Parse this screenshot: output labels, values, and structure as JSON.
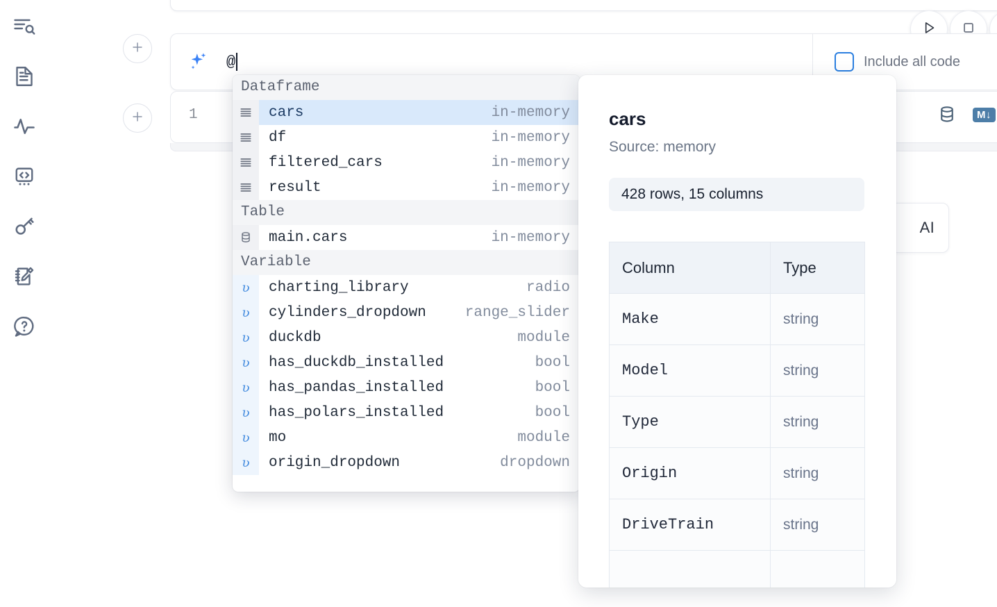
{
  "sidebar": {
    "items": [
      {
        "name": "outline-search-icon",
        "label": "Outline / search"
      },
      {
        "name": "file-icon",
        "label": "Notebook file"
      },
      {
        "name": "activity-icon",
        "label": "Activity"
      },
      {
        "name": "code-snippet-icon",
        "label": "Snippets"
      },
      {
        "name": "key-icon",
        "label": "Secrets"
      },
      {
        "name": "scratchpad-icon",
        "label": "Scratchpad"
      },
      {
        "name": "help-chat-icon",
        "label": "Help"
      }
    ]
  },
  "toolbar": {
    "run_label": "Run",
    "stop_label": "Stop",
    "more_label": "More"
  },
  "ai_prompt": {
    "icon": "sparkle-icon",
    "value": "@",
    "include_all_code_label": "Include all code",
    "include_all_code_checked": false,
    "add_cell_label": "+"
  },
  "code_cell": {
    "line_number": "1",
    "database_icon": "database-icon",
    "markdown_badge": "M↓"
  },
  "ghost_button": {
    "label": "AI"
  },
  "mention_dropdown": {
    "groups": [
      {
        "label": "Dataframe",
        "icon": "dataframe-icon",
        "kind": "dataframe",
        "items": [
          {
            "name": "cars",
            "meta": "in-memory",
            "selected": true
          },
          {
            "name": "df",
            "meta": "in-memory",
            "selected": false
          },
          {
            "name": "filtered_cars",
            "meta": "in-memory",
            "selected": false
          },
          {
            "name": "result",
            "meta": "in-memory",
            "selected": false
          }
        ]
      },
      {
        "label": "Table",
        "icon": "table-database-icon",
        "kind": "table",
        "items": [
          {
            "name": "main.cars",
            "meta": "in-memory",
            "selected": false
          }
        ]
      },
      {
        "label": "Variable",
        "icon": "variable-icon",
        "kind": "variable",
        "items": [
          {
            "name": "charting_library",
            "meta": "radio",
            "selected": false
          },
          {
            "name": "cylinders_dropdown",
            "meta": "range_slider",
            "selected": false
          },
          {
            "name": "duckdb",
            "meta": "module",
            "selected": false
          },
          {
            "name": "has_duckdb_installed",
            "meta": "bool",
            "selected": false
          },
          {
            "name": "has_pandas_installed",
            "meta": "bool",
            "selected": false
          },
          {
            "name": "has_polars_installed",
            "meta": "bool",
            "selected": false
          },
          {
            "name": "mo",
            "meta": "module",
            "selected": false
          },
          {
            "name": "origin_dropdown",
            "meta": "dropdown",
            "selected": false
          }
        ]
      }
    ]
  },
  "preview": {
    "title": "cars",
    "source": "Source: memory",
    "shape": "428 rows, 15 columns",
    "table": {
      "headers": [
        "Column",
        "Type"
      ],
      "rows": [
        [
          "Make",
          "string"
        ],
        [
          "Model",
          "string"
        ],
        [
          "Type",
          "string"
        ],
        [
          "Origin",
          "string"
        ],
        [
          "DriveTrain",
          "string"
        ]
      ]
    }
  },
  "colors": {
    "accent_blue": "#3b82f6",
    "selection_blue": "#d9e9fb",
    "icon_gray": "#5f6b80",
    "badge_blue": "#4d7ea8"
  }
}
